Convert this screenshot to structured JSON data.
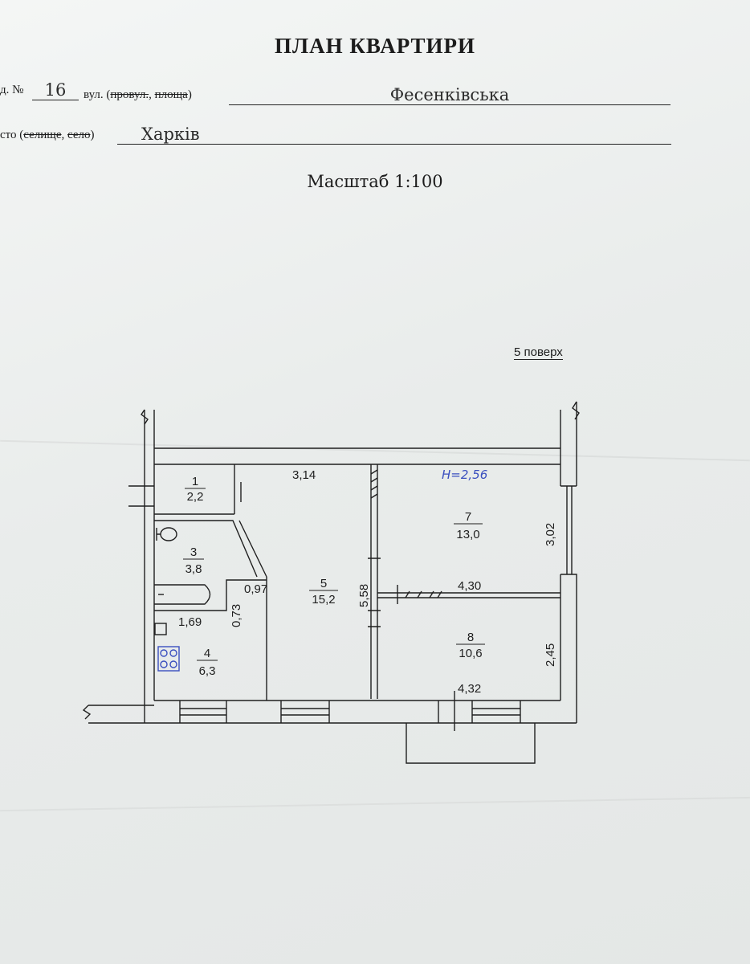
{
  "document": {
    "title": "ПЛАН КВАРТИРИ",
    "house_prefix": "д. №",
    "house_number": "16",
    "street_prefix": "вул. (",
    "street_strike1": "провул.",
    "street_mid": ", ",
    "street_strike2": "площа",
    "street_suffix": ")",
    "street_name": "Фесенківська",
    "city_prefix": "сто (",
    "city_strike1": "селище",
    "city_mid": ", ",
    "city_strike2": "село",
    "city_suffix": ")",
    "city_name": "Харків",
    "scale": "Масштаб 1:100",
    "floor": "5 поверх"
  },
  "plan": {
    "ceiling_height": "Н=2,56",
    "rooms": [
      {
        "number": "1",
        "area": "2,2"
      },
      {
        "number": "3",
        "area": "3,8"
      },
      {
        "number": "4",
        "area": "6,3"
      },
      {
        "number": "5",
        "area": "15,2"
      },
      {
        "number": "7",
        "area": "13,0"
      },
      {
        "number": "8",
        "area": "10,6"
      }
    ],
    "dimensions": {
      "top_corridor": "3,14",
      "kitchen_width": "1,69",
      "bath_depth": "0,73",
      "bath_wall": "0,97",
      "hall_length": "5,58",
      "room7_width": "4,30",
      "room7_depth": "3,02",
      "room8_depth": "2,45",
      "room8_width": "4,32"
    }
  }
}
